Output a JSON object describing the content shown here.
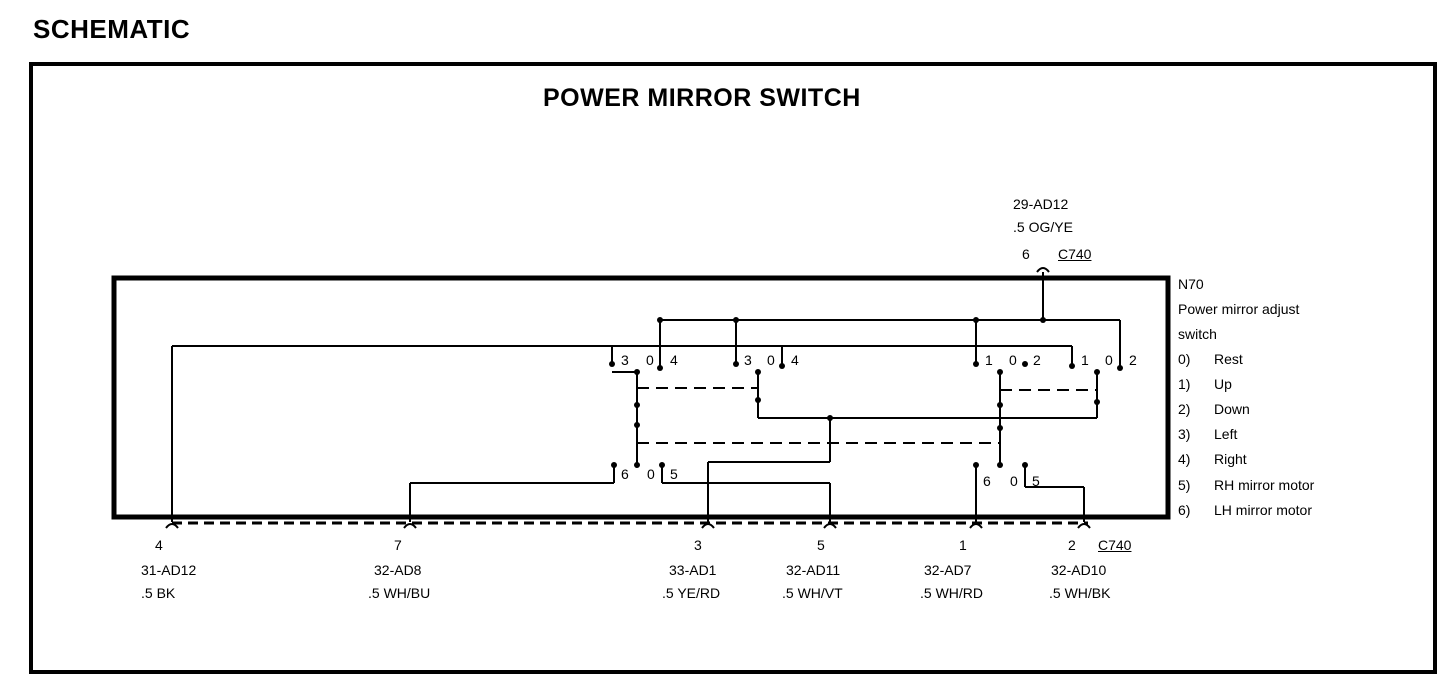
{
  "page": {
    "title": "SCHEMATIC"
  },
  "diagram": {
    "title": "POWER MIRROR SWITCH",
    "top_connector": {
      "wire_code": "29-AD12",
      "wire_spec": ".5 OG/YE",
      "pin": "6",
      "connector": "C740"
    },
    "component": {
      "id": "N70",
      "name_line1": "Power mirror adjust",
      "name_line2": "switch"
    },
    "legend": [
      {
        "key": "0)",
        "value": "Rest"
      },
      {
        "key": "1)",
        "value": "Up"
      },
      {
        "key": "2)",
        "value": "Down"
      },
      {
        "key": "3)",
        "value": "Left"
      },
      {
        "key": "4)",
        "value": "Right"
      },
      {
        "key": "5)",
        "value": "RH mirror motor"
      },
      {
        "key": "6)",
        "value": "LH mirror motor"
      }
    ],
    "bottom_connector": "C740",
    "bottom_pins": [
      {
        "pin": "4",
        "wire_code": "31-AD12",
        "wire_spec": ".5 BK"
      },
      {
        "pin": "7",
        "wire_code": "32-AD8",
        "wire_spec": ".5 WH/BU"
      },
      {
        "pin": "3",
        "wire_code": "33-AD1",
        "wire_spec": ".5 YE/RD"
      },
      {
        "pin": "5",
        "wire_code": "32-AD11",
        "wire_spec": ".5 WH/VT"
      },
      {
        "pin": "1",
        "wire_code": "32-AD7",
        "wire_spec": ".5 WH/RD"
      },
      {
        "pin": "2",
        "wire_code": "32-AD10",
        "wire_spec": ".5 WH/BK"
      }
    ],
    "contact_labels": {
      "g1": [
        "3",
        "0",
        "4"
      ],
      "g2": [
        "3",
        "0",
        "4"
      ],
      "g3": [
        "1",
        "0",
        "2"
      ],
      "g4": [
        "1",
        "0",
        "2"
      ],
      "b1": [
        "6",
        "0",
        "5"
      ],
      "b2": [
        "6",
        "0",
        "5"
      ]
    }
  }
}
